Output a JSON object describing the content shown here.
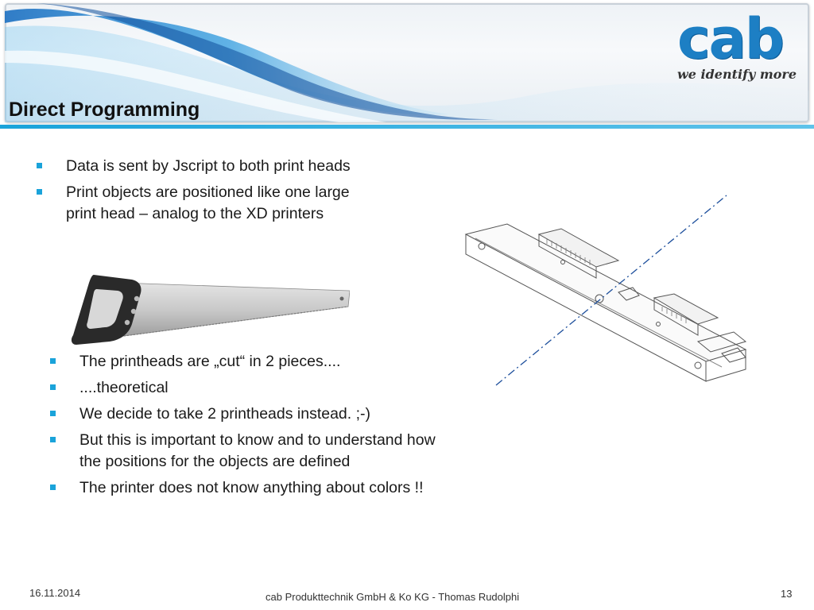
{
  "header": {
    "title": "Direct Programming",
    "logo": {
      "word": "cab",
      "tagline": "we identify more",
      "color": "#1d7fc4"
    }
  },
  "top_bullets": [
    "Data is sent by Jscript to both print heads",
    "Print objects are positioned like one large print head – analog to the XD printers"
  ],
  "bottom_bullets": [
    "The printheads are „cut“ in 2 pieces....",
    "....theoretical",
    "We decide to take 2 printheads instead. ;-)",
    "But this is important to know and to understand how the positions for the objects are defined",
    "The printer does not know anything about colors !!"
  ],
  "images": {
    "saw": {
      "icon": "hand-saw-icon"
    },
    "printhead": {
      "icon": "printhead-drawing-icon"
    }
  },
  "footer": {
    "date": "16.11.2014",
    "company": "cab Produkttechnik GmbH & Ko KG - Thomas Rudolphi",
    "page": "13"
  },
  "colors": {
    "accent": "#1aa3da",
    "bullet": "#1aa3da"
  }
}
